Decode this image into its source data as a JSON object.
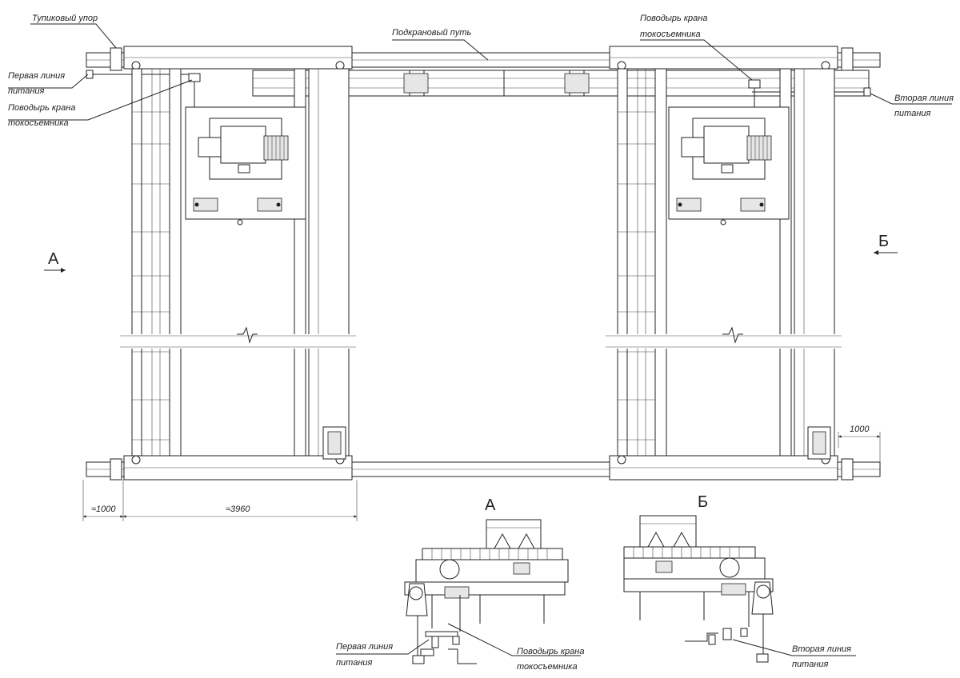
{
  "labels": {
    "dead_end_stop": "Тупиковый упор",
    "first_power_line": [
      "Первая линия",
      "питания"
    ],
    "crane_leash_left": [
      "Поводырь крана",
      "токосъемника"
    ],
    "crane_runway": "Подкрановый путь",
    "crane_leash_right": [
      "Поводырь крана",
      "токосъемника"
    ],
    "second_power_line": [
      "Вторая линия",
      "питания"
    ],
    "view_a": "А",
    "view_b": "Б",
    "dim_left_1000": "≈1000",
    "dim_3960": "≈3960",
    "dim_right_1000": "1000",
    "detail_a_title": "А",
    "detail_b_title": "Б",
    "detail_a_power": [
      "Первая линия",
      "питания"
    ],
    "detail_a_leash": [
      "Поводырь крана",
      "токосъемника"
    ],
    "detail_b_power": [
      "Вторая линия",
      "питания"
    ]
  }
}
